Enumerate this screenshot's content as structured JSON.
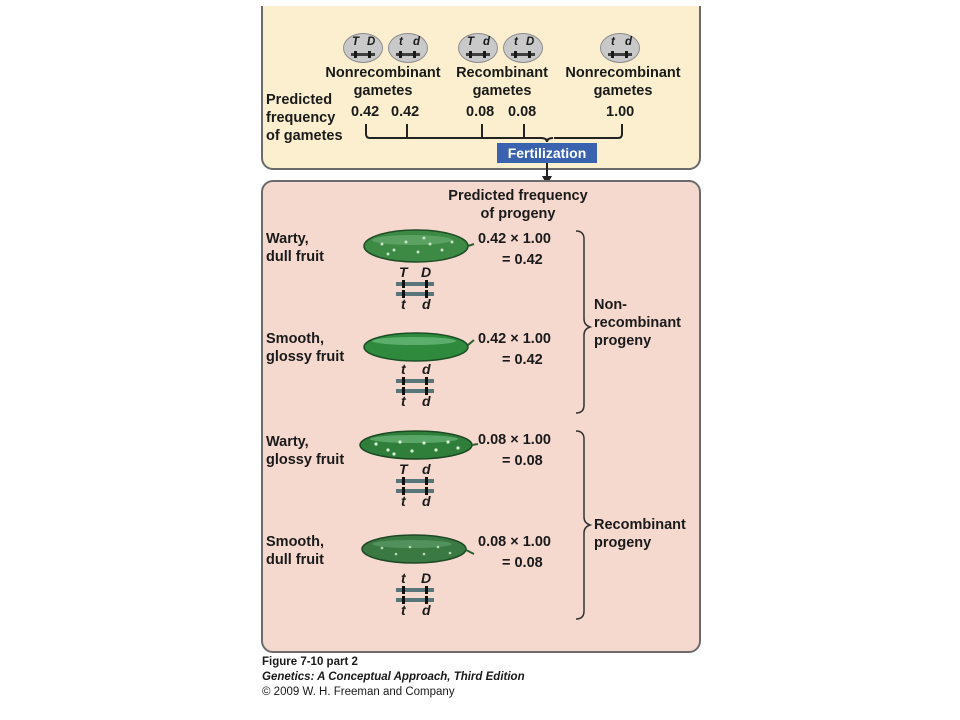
{
  "gametes": [
    {
      "a1": "T",
      "a2": "D"
    },
    {
      "a1": "t",
      "a2": "d"
    },
    {
      "a1": "T",
      "a2": "d"
    },
    {
      "a1": "t",
      "a2": "D"
    },
    {
      "a1": "t",
      "a2": "d"
    }
  ],
  "group_labels": {
    "nonrec_left_1": "Nonrecombinant",
    "nonrec_left_2": "gametes",
    "rec_1": "Recombinant",
    "rec_2": "gametes",
    "nonrec_right_1": "Nonrecombinant",
    "nonrec_right_2": "gametes"
  },
  "predicted_label": [
    "Predicted",
    "frequency",
    "of gametes"
  ],
  "gamete_freqs": [
    "0.42",
    "0.42",
    "0.08",
    "0.08",
    "1.00"
  ],
  "fertilization": "Fertilization",
  "progeny_header": [
    "Predicted frequency",
    "of progeny"
  ],
  "progeny": [
    {
      "pheno1": "Warty,",
      "pheno2": "dull fruit",
      "g_top1": "T",
      "g_top2": "D",
      "g_bot1": "t",
      "g_bot2": "d",
      "calc1": "0.42 × 1.00",
      "calc2": "= 0.42",
      "color": "#3d8a45"
    },
    {
      "pheno1": "Smooth,",
      "pheno2": "glossy fruit",
      "g_top1": "t",
      "g_top2": "d",
      "g_bot1": "t",
      "g_bot2": "d",
      "calc1": "0.42 × 1.00",
      "calc2": "= 0.42",
      "color": "#2f8a3e"
    },
    {
      "pheno1": "Warty,",
      "pheno2": "glossy fruit",
      "g_top1": "T",
      "g_top2": "d",
      "g_bot1": "t",
      "g_bot2": "d",
      "calc1": "0.08 × 1.00",
      "calc2": "= 0.08",
      "color": "#2f7f3b"
    },
    {
      "pheno1": "Smooth,",
      "pheno2": "dull fruit",
      "g_top1": "t",
      "g_top2": "D",
      "g_bot1": "t",
      "g_bot2": "d",
      "calc1": "0.08 × 1.00",
      "calc2": "= 0.08",
      "color": "#3a7a42"
    }
  ],
  "brace_labels": {
    "nonrec": [
      "Non-",
      "recombinant",
      "progeny"
    ],
    "rec": [
      "Recombinant",
      "progeny"
    ]
  },
  "caption": {
    "line1": "Figure 7-10 part 2",
    "line2": "Genetics: A Conceptual Approach, Third Edition",
    "line3": "© 2009 W. H. Freeman and Company"
  }
}
